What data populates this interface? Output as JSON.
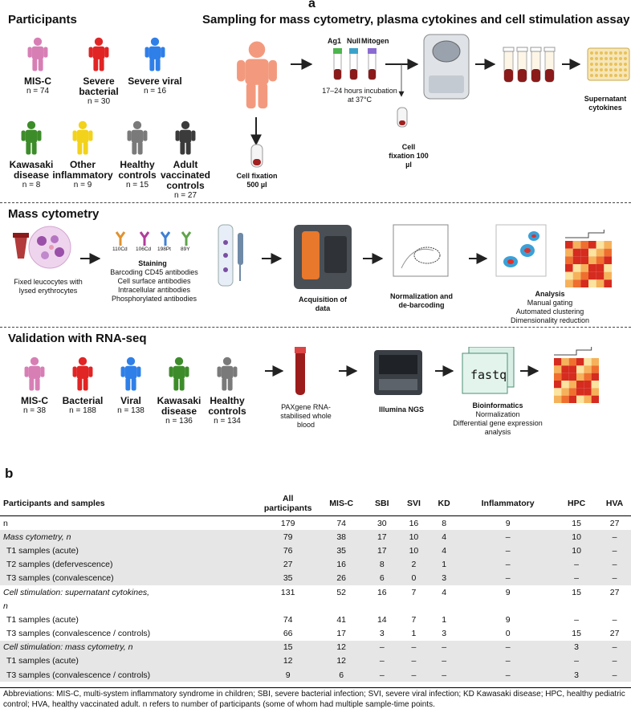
{
  "panel_a_letter": "a",
  "panel_b_letter": "b",
  "participants": {
    "title": "Participants",
    "groups": [
      {
        "label": "MIS-C",
        "n": "n = 74",
        "color": "#d77fb5"
      },
      {
        "label": "Severe bacterial",
        "n": "n = 30",
        "color": "#e12424"
      },
      {
        "label": "Severe viral",
        "n": "n = 16",
        "color": "#2f7fe8"
      },
      {
        "label": "Kawasaki disease",
        "n": "n = 8",
        "color": "#3d8c2a"
      },
      {
        "label": "Other inflammatory",
        "n": "n = 9",
        "color": "#f2d21b"
      },
      {
        "label": "Healthy controls",
        "n": "n = 15",
        "color": "#7a7a7a"
      },
      {
        "label": "Adult vaccinated controls",
        "n": "n = 27",
        "color": "#3b3b3b"
      }
    ]
  },
  "sampling": {
    "title": "Sampling for mass cytometry, plasma cytokines and cell stimulation assay",
    "tubes": [
      "Ag1",
      "Null",
      "Mitogen"
    ],
    "incubation": "17–24 hours incubation at 37°C",
    "cell_fixation_small": "Cell fixation 100 µl",
    "cell_fixation_large": "Cell fixation 500 µl",
    "supernatant": "Supernatant cytokines",
    "person_color": "#f39a7e"
  },
  "mass_cytometry": {
    "title": "Mass cytometry",
    "fixed": "Fixed leucocytes with lysed erythrocytes",
    "isotopes": [
      "110Cd",
      "106Cd",
      "198Pt",
      "89Y"
    ],
    "staining_title": "Staining",
    "staining_lines": [
      "Barcoding CD45 antibodies",
      "Cell surface antibodies",
      "Intracellular antibodies",
      "Phosphorylated antibodies"
    ],
    "acquisition": "Acquisition of data",
    "normalization": "Normalization and de-barcoding",
    "analysis_title": "Analysis",
    "analysis_lines": [
      "Manual gating",
      "Automated clustering",
      "Dimensionality reduction"
    ]
  },
  "rnaseq": {
    "title": "Validation with RNA-seq",
    "groups": [
      {
        "label": "MIS-C",
        "n": "n = 38",
        "color": "#d77fb5"
      },
      {
        "label": "Bacterial",
        "n": "n = 188",
        "color": "#e12424"
      },
      {
        "label": "Viral",
        "n": "n = 138",
        "color": "#2f7fe8"
      },
      {
        "label": "Kawasaki disease",
        "n": "n = 136",
        "color": "#3d8c2a"
      },
      {
        "label": "Healthy controls",
        "n": "n = 134",
        "color": "#7a7a7a"
      }
    ],
    "paxgene": "PAXgene RNA-stabilised whole blood",
    "illumina": "Illumina NGS",
    "fastq": "fastq",
    "bioinf_title": "Bioinformatics",
    "bioinf_lines": [
      "Normalization",
      "Differential gene expression analysis"
    ]
  },
  "table": {
    "headers": [
      "Participants and samples",
      "All participants",
      "MIS-C",
      "SBI",
      "SVI",
      "KD",
      "Inflammatory",
      "HPC",
      "HVA"
    ],
    "rows": [
      {
        "label": "n",
        "cells": [
          "179",
          "74",
          "30",
          "16",
          "8",
          "9",
          "15",
          "27"
        ]
      },
      {
        "label": "Mass cytometry, n",
        "cells": [
          "79",
          "38",
          "17",
          "10",
          "4",
          "–",
          "10",
          "–"
        ]
      },
      {
        "label": "T1 samples (acute)",
        "cells": [
          "76",
          "35",
          "17",
          "10",
          "4",
          "–",
          "10",
          "–"
        ]
      },
      {
        "label": "T2 samples (defervescence)",
        "cells": [
          "27",
          "16",
          "8",
          "2",
          "1",
          "–",
          "–",
          "–"
        ]
      },
      {
        "label": "T3 samples (convalescence)",
        "cells": [
          "35",
          "26",
          "6",
          "0",
          "3",
          "–",
          "–",
          "–"
        ]
      },
      {
        "label": "Cell stimulation: supernatant cytokines,",
        "cells": [
          "131",
          "52",
          "16",
          "7",
          "4",
          "9",
          "15",
          "27"
        ]
      },
      {
        "label": "n",
        "cells": [
          "",
          "",
          "",
          "",
          "",
          "",
          "",
          ""
        ]
      },
      {
        "label": "T1 samples (acute)",
        "cells": [
          "74",
          "41",
          "14",
          "7",
          "1",
          "9",
          "–",
          "–"
        ]
      },
      {
        "label": "T3 samples (convalescence / controls)",
        "cells": [
          "66",
          "17",
          "3",
          "1",
          "3",
          "0",
          "15",
          "27"
        ]
      },
      {
        "label": "Cell stimulation: mass cytometry, n",
        "cells": [
          "15",
          "12",
          "–",
          "–",
          "–",
          "–",
          "3",
          "–"
        ]
      },
      {
        "label": "T1 samples (acute)",
        "cells": [
          "12",
          "12",
          "–",
          "–",
          "–",
          "–",
          "–",
          "–"
        ]
      },
      {
        "label": "T3 samples (convalescence / controls)",
        "cells": [
          "9",
          "6",
          "–",
          "–",
          "–",
          "–",
          "3",
          "–"
        ]
      }
    ],
    "footnote": "Abbreviations: MIS-C, multi-system inflammatory syndrome in children; SBI, severe bacterial infection; SVI, severe viral infection; KD Kawasaki disease; HPC, healthy pediatric control; HVA, healthy vaccinated adult. n refers to number of participants (some of whom had multiple sample-time points."
  }
}
